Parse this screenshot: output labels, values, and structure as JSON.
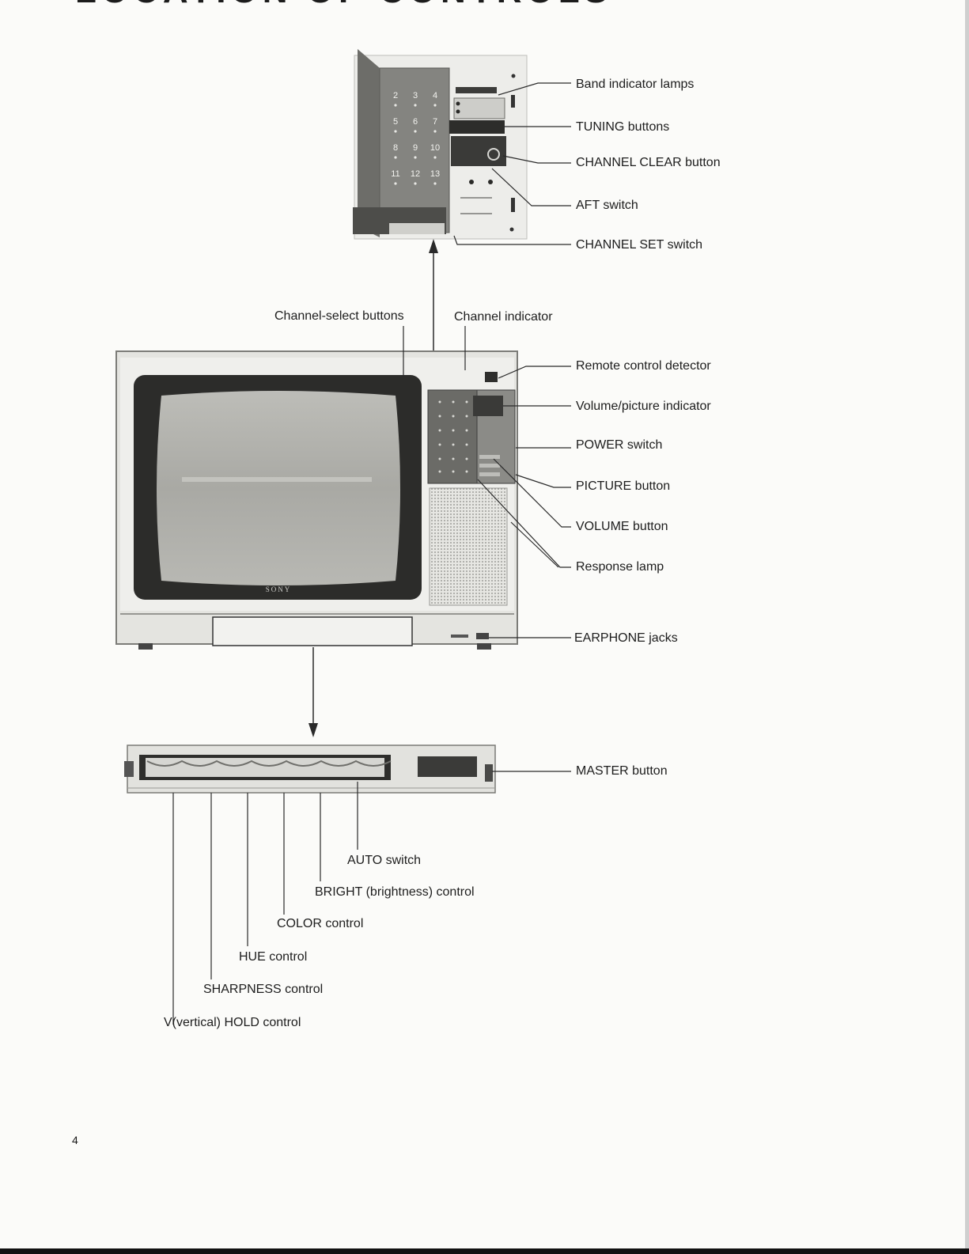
{
  "page": {
    "title": "LOCATION OF CONTROLS",
    "page_number": "4",
    "brand_logo": "SONY"
  },
  "keypad": {
    "digits": [
      "2",
      "3",
      "4",
      "5",
      "6",
      "7",
      "8",
      "9",
      "10",
      "11",
      "12",
      "13"
    ]
  },
  "labels": {
    "band_indicator_lamps": "Band indicator lamps",
    "tuning_buttons": "TUNING buttons",
    "channel_clear_button": "CHANNEL CLEAR button",
    "aft_switch": "AFT switch",
    "channel_set_switch": "CHANNEL SET switch",
    "channel_select_buttons": "Channel-select buttons",
    "channel_indicator": "Channel indicator",
    "remote_control_detector": "Remote control detector",
    "volume_picture_indicator": "Volume/picture indicator",
    "power_switch": "POWER switch",
    "picture_button": "PICTURE button",
    "volume_button": "VOLUME button",
    "response_lamp": "Response lamp",
    "earphone_jacks": "EARPHONE jacks",
    "master_button": "MASTER button",
    "auto_switch": "AUTO switch",
    "bright_control": "BRIGHT (brightness) control",
    "color_control": "COLOR control",
    "hue_control": "HUE control",
    "sharpness_control": "SHARPNESS control",
    "v_hold_control": "V(vertical) HOLD control"
  }
}
